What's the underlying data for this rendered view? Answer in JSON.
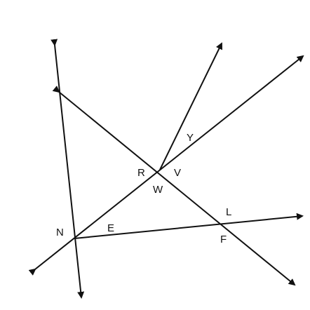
{
  "diagram": {
    "labels": {
      "N": "N",
      "E": "E",
      "R": "R",
      "V": "V",
      "W": "W",
      "Y": "Y",
      "L": "L",
      "F": "F"
    },
    "colors": {
      "line": "#111111",
      "background": "#ffffff"
    }
  }
}
